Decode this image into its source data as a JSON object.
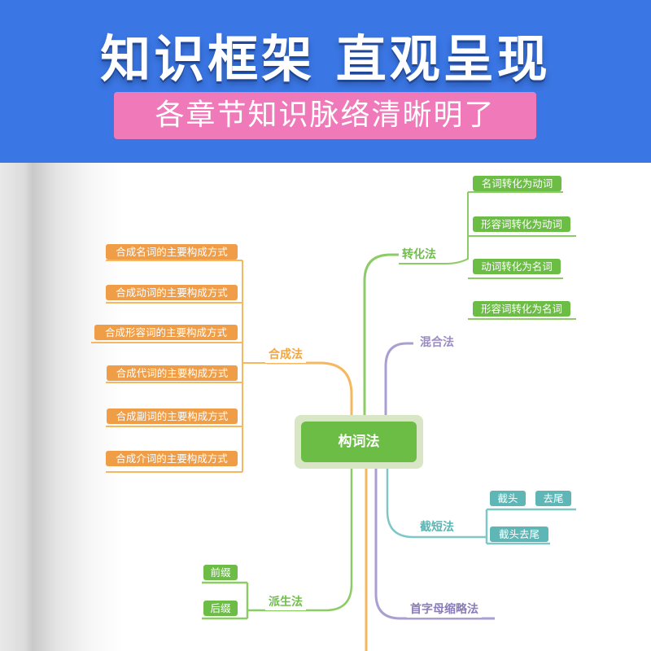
{
  "banner": {
    "headline": "知识框架 直观呈现",
    "subhead": "各章节知识脉络清晰明了",
    "background_color": "#3a76e4",
    "subhead_color": "#ef79b9"
  },
  "mindmap": {
    "root": "构词法",
    "branches": {
      "conversion": {
        "label": "转化法",
        "items": [
          "名词转化为动词",
          "形容词转化为动词",
          "动词转化为名词",
          "形容词转化为名词"
        ]
      },
      "blending": {
        "label": "混合法"
      },
      "compounding": {
        "label": "合成法",
        "items": [
          "合成名词的主要构成方式",
          "合成动词的主要构成方式",
          "合成形容词的主要构成方式",
          "合成代词的主要构成方式",
          "合成副词的主要构成方式",
          "合成介词的主要构成方式"
        ]
      },
      "clipping": {
        "label": "截短法",
        "items": [
          "截头",
          "去尾",
          "截头去尾"
        ]
      },
      "derivation": {
        "label": "派生法",
        "items": [
          "前缀",
          "后缀"
        ]
      },
      "acronym": {
        "label": "首字母缩略法"
      }
    },
    "colors": {
      "green": "#6cbd45",
      "orange": "#ef9d46",
      "purple": "#9b8bc4",
      "teal": "#5eb7b6"
    }
  }
}
